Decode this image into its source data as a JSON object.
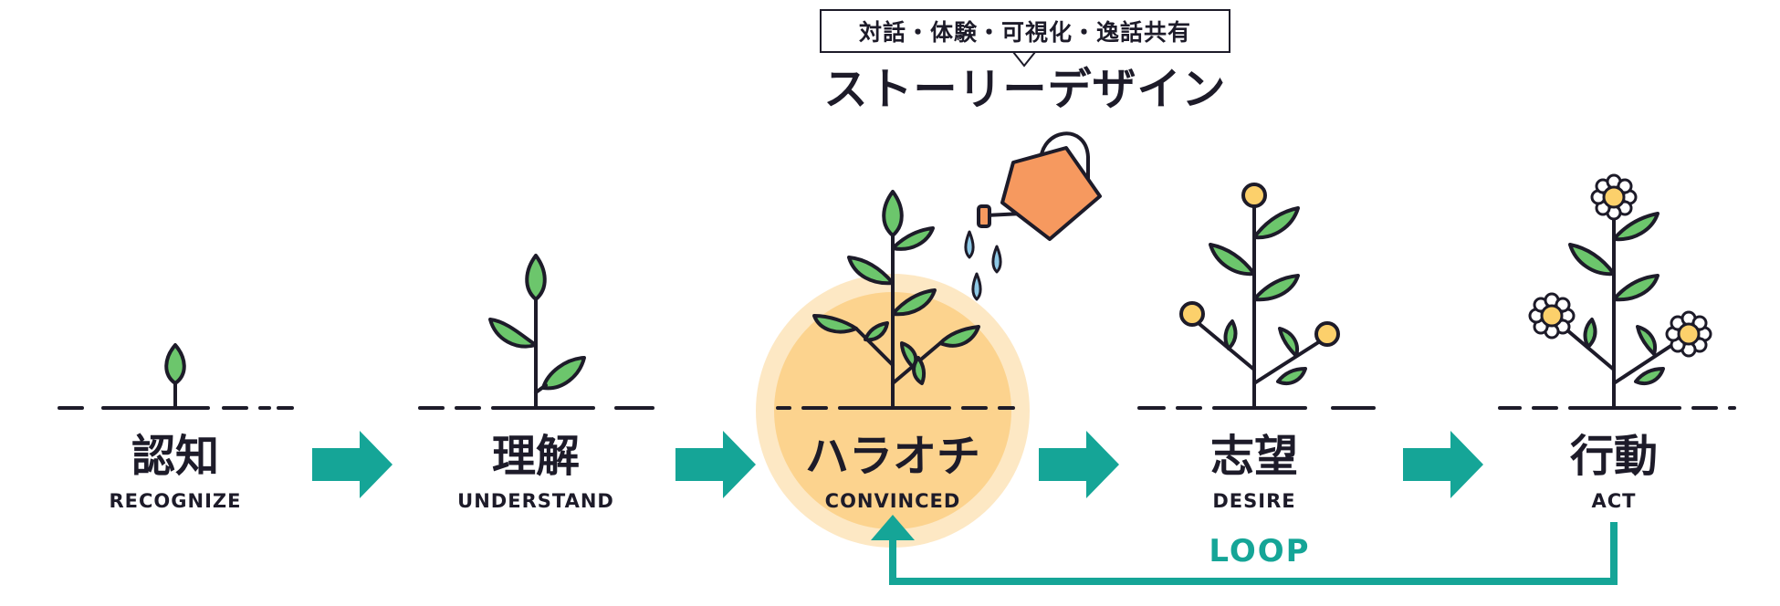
{
  "header": {
    "callout": "対話・体験・可視化・逸話共有",
    "title": "ストーリーデザイン"
  },
  "stages": [
    {
      "ja": "認知",
      "en": "RECOGNIZE"
    },
    {
      "ja": "理解",
      "en": "UNDERSTAND"
    },
    {
      "ja": "ハラオチ",
      "en": "CONVINCED"
    },
    {
      "ja": "志望",
      "en": "DESIRE"
    },
    {
      "ja": "行動",
      "en": "ACT"
    }
  ],
  "loop": {
    "label": "LOOP"
  },
  "colors": {
    "stroke": "#1d1b29",
    "leaf": "#6cc66c",
    "arrow": "#15a597",
    "highlight_outer": "#fde8c4",
    "highlight_inner": "#fcd38e",
    "watering_can": "#f6995f",
    "bud": "#fcd06b",
    "water_drop": "#8ec9e6"
  },
  "icons": [
    "sprout-icon",
    "seedling-icon",
    "young-plant-icon",
    "budding-plant-icon",
    "flowering-plant-icon",
    "watering-can-icon",
    "water-drop-icon",
    "right-arrow-icon",
    "loop-arrow-icon"
  ]
}
